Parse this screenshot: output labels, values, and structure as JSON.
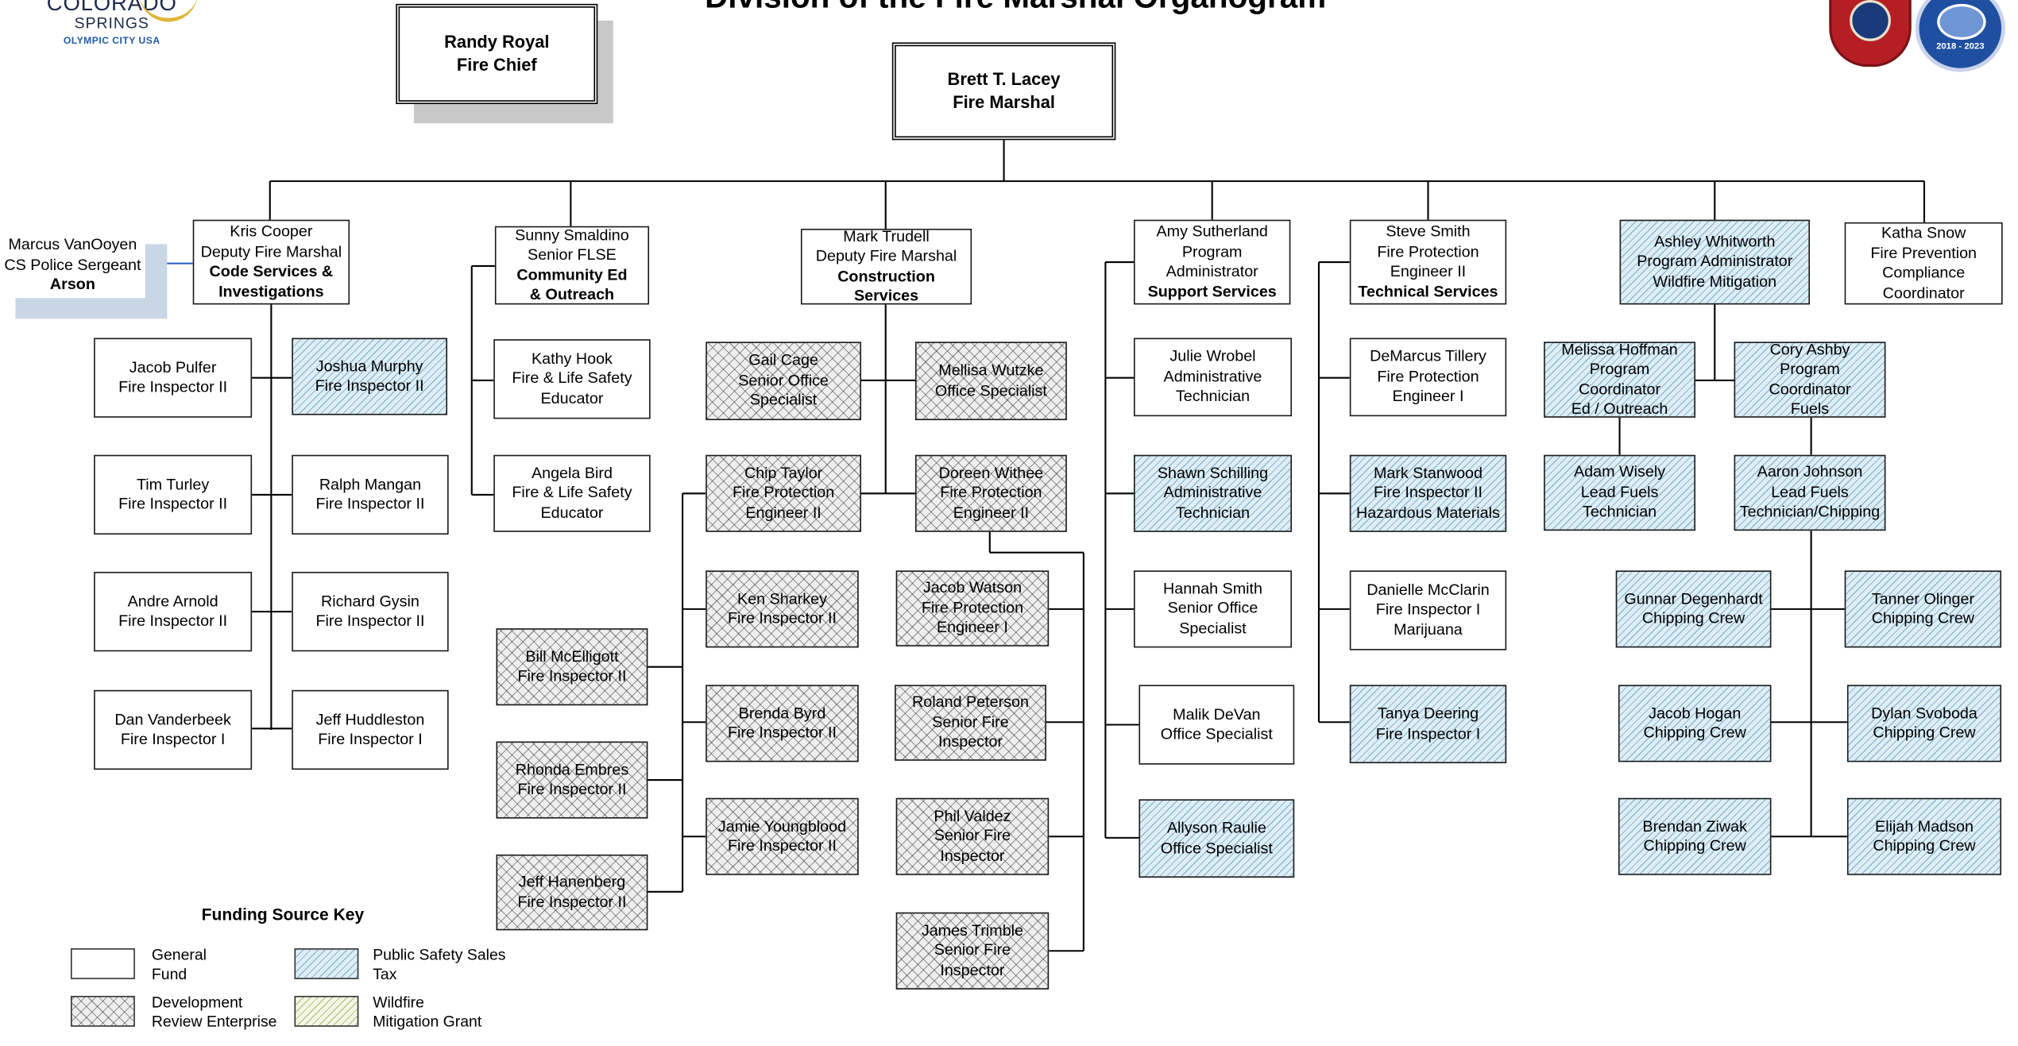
{
  "title": "Division of the Fire Marshal Organogram",
  "logo": {
    "line1": "COLORADO",
    "line2": "SPRINGS",
    "line3": "OLYMPIC CITY USA"
  },
  "badge": {
    "years": "2018 - 2023"
  },
  "colors": {
    "public_safety_sales_tax": "#ddeef7",
    "development_review_enterprise": "#eeeeee",
    "wildfire_mitigation_grant": "#f3f6e6",
    "liaison_shadow": "#c8d6e5"
  },
  "fire_chief": {
    "name": "Randy Royal",
    "title": "Fire Chief"
  },
  "fire_marshal": {
    "name": "Brett T. Lacey",
    "title": "Fire Marshal"
  },
  "liaison": {
    "name": "Marcus VanOoyen",
    "title": "CS Police Sergeant",
    "unit": "Arson"
  },
  "code_services": {
    "head": {
      "name": "Kris Cooper",
      "title": "Deputy Fire Marshal",
      "unit1": "Code Services &",
      "unit2": "Investigations"
    },
    "staff": [
      {
        "name": "Jacob Pulfer",
        "title": "Fire Inspector II"
      },
      {
        "name": "Joshua Murphy",
        "title": "Fire Inspector II"
      },
      {
        "name": "Tim Turley",
        "title": "Fire Inspector II"
      },
      {
        "name": "Ralph Mangan",
        "title": "Fire Inspector II"
      },
      {
        "name": "Andre Arnold",
        "title": "Fire Inspector II"
      },
      {
        "name": "Richard Gysin",
        "title": "Fire Inspector II"
      },
      {
        "name": "Dan Vanderbeek",
        "title": "Fire Inspector I"
      },
      {
        "name": "Jeff Huddleston",
        "title": "Fire Inspector I"
      }
    ]
  },
  "community_ed": {
    "head": {
      "name": "Sunny Smaldino",
      "title": "Senior FLSE",
      "unit1": "Community Ed",
      "unit2": "& Outreach"
    },
    "staff": [
      {
        "name": "Kathy Hook",
        "title1": "Fire & Life Safety",
        "title2": "Educator"
      },
      {
        "name": "Angela Bird",
        "title1": "Fire & Life Safety",
        "title2": "Educator"
      }
    ]
  },
  "construction": {
    "head": {
      "name": "Mark Trudell",
      "title": "Deputy Fire Marshal",
      "unit": "Construction Services"
    },
    "staff": [
      {
        "l1": "Gail Cage",
        "l2": "Senior Office",
        "l3": "Specialist"
      },
      {
        "l1": "Mellisa Wutzke",
        "l2": "Office Specialist"
      },
      {
        "l1": "Chip Taylor",
        "l2": "Fire Protection",
        "l3": "Engineer II"
      },
      {
        "l1": "Doreen Withee",
        "l2": "Fire Protection",
        "l3": "Engineer II"
      },
      {
        "l1": "Ken Sharkey",
        "l2": "Fire Inspector II"
      },
      {
        "l1": "Jacob Watson",
        "l2": "Fire Protection",
        "l3": "Engineer I"
      },
      {
        "l1": "Bill McElligott",
        "l2": "Fire Inspector II"
      },
      {
        "l1": "Brenda Byrd",
        "l2": "Fire Inspector II"
      },
      {
        "l1": "Roland Peterson",
        "l2": "Senior Fire Inspector"
      },
      {
        "l1": "Rhonda Embres",
        "l2": "Fire Inspector II"
      },
      {
        "l1": "Jamie Youngblood",
        "l2": "Fire Inspector II"
      },
      {
        "l1": "Phil Valdez",
        "l2": "Senior Fire Inspector"
      },
      {
        "l1": "Jeff Hanenberg",
        "l2": "Fire Inspector II"
      },
      {
        "l1": "James Trimble",
        "l2": "Senior Fire Inspector"
      }
    ]
  },
  "support": {
    "head": {
      "name": "Amy Sutherland",
      "title1": "Program",
      "title2": "Administrator",
      "unit": "Support Services"
    },
    "staff": [
      {
        "l1": "Julie Wrobel",
        "l2": "Administrative",
        "l3": "Technician"
      },
      {
        "l1": "Shawn Schilling",
        "l2": "Administrative",
        "l3": "Technician"
      },
      {
        "l1": "Hannah Smith",
        "l2": "Senior Office",
        "l3": "Specialist"
      },
      {
        "l1": "Malik DeVan",
        "l2": "Office Specialist"
      },
      {
        "l1": "Allyson Raulie",
        "l2": "Office Specialist"
      }
    ]
  },
  "technical": {
    "head": {
      "name": "Steve Smith",
      "title1": "Fire Protection",
      "title2": "Engineer II",
      "unit": "Technical Services"
    },
    "staff": [
      {
        "l1": "DeMarcus Tillery",
        "l2": "Fire Protection",
        "l3": "Engineer I"
      },
      {
        "l1": "Mark Stanwood",
        "l2": "Fire Inspector II",
        "l3": "Hazardous Materials"
      },
      {
        "l1": "Danielle McClarin",
        "l2": "Fire Inspector I",
        "l3": "Marijuana"
      },
      {
        "l1": "Tanya Deering",
        "l2": "Fire Inspector I"
      }
    ]
  },
  "wildfire": {
    "head": {
      "name": "Ashley Whitworth",
      "title": "Program Administrator",
      "unit": "Wildfire Mitigation"
    },
    "coordinators": [
      {
        "l1": "Melissa Hoffman",
        "l2": "Program Coordinator",
        "l3": "Ed / Outreach"
      },
      {
        "l1": "Cory Ashby",
        "l2": "Program Coordinator",
        "l3": "Fuels"
      }
    ],
    "adam": {
      "l1": "Adam Wisely",
      "l2": "Lead Fuels Technician"
    },
    "aaron": {
      "l1": "Aaron Johnson",
      "l2": "Lead Fuels",
      "l3": "Technician/Chipping"
    },
    "crew": [
      {
        "l1": "Gunnar Degenhardt",
        "l2": "Chipping Crew"
      },
      {
        "l1": "Tanner Olinger",
        "l2": "Chipping Crew"
      },
      {
        "l1": "Jacob Hogan",
        "l2": "Chipping Crew"
      },
      {
        "l1": "Dylan Svoboda",
        "l2": "Chipping Crew"
      },
      {
        "l1": "Brendan Ziwak",
        "l2": "Chipping Crew"
      },
      {
        "l1": "Elijah Madson",
        "l2": "Chipping Crew"
      }
    ]
  },
  "prevention": {
    "l1": "Katha Snow",
    "l2": "Fire Prevention",
    "l3": "Compliance",
    "l4": "Coordinator"
  },
  "key": {
    "title": "Funding Source Key",
    "general1": "General",
    "general2": "Fund",
    "pst1": "Public Safety Sales",
    "pst2": "Tax",
    "dre1": "Development",
    "dre2": "Review Enterprise",
    "wmg1": "Wildfire",
    "wmg2": "Mitigation Grant"
  }
}
